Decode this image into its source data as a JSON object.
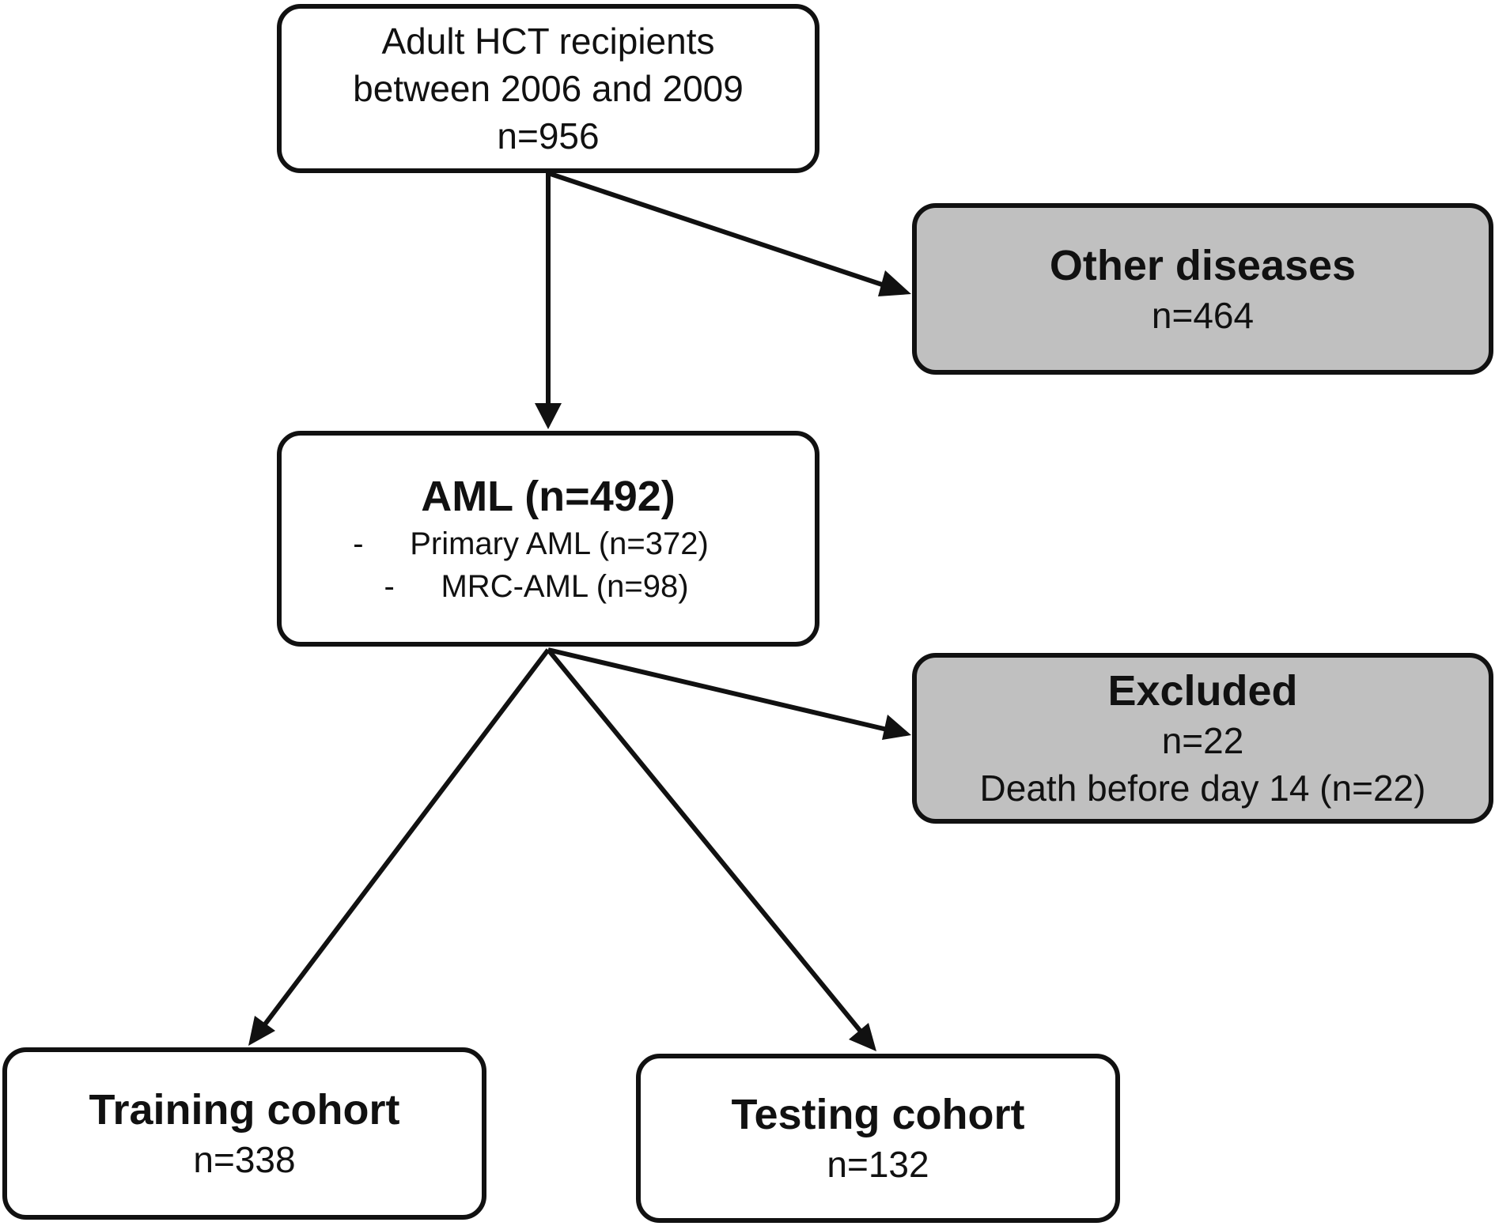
{
  "nodes": {
    "recipients": {
      "line1": "Adult HCT recipients",
      "line2": "between 2006 and 2009",
      "line3": "n=956"
    },
    "other_diseases": {
      "title": "Other diseases",
      "count": "n=464"
    },
    "aml": {
      "title": "AML (n=492)",
      "items": [
        {
          "dash": "-",
          "text": "Primary AML (n=372)"
        },
        {
          "dash": "-",
          "text": "MRC-AML (n=98)"
        }
      ]
    },
    "excluded": {
      "title": "Excluded",
      "count": "n=22",
      "reason": "Death before day 14 (n=22)"
    },
    "training": {
      "title": "Training cohort",
      "count": "n=338"
    },
    "testing": {
      "title": "Testing cohort",
      "count": "n=132"
    }
  },
  "edges": [
    {
      "from": "recipients",
      "to": "aml"
    },
    {
      "from": "recipients",
      "to": "other_diseases"
    },
    {
      "from": "aml",
      "to": "excluded"
    },
    {
      "from": "aml",
      "to": "training"
    },
    {
      "from": "aml",
      "to": "testing"
    }
  ],
  "colors": {
    "stroke": "#111111",
    "box_fill": "#ffffff",
    "excluded_fill": "#c0c0c0"
  }
}
